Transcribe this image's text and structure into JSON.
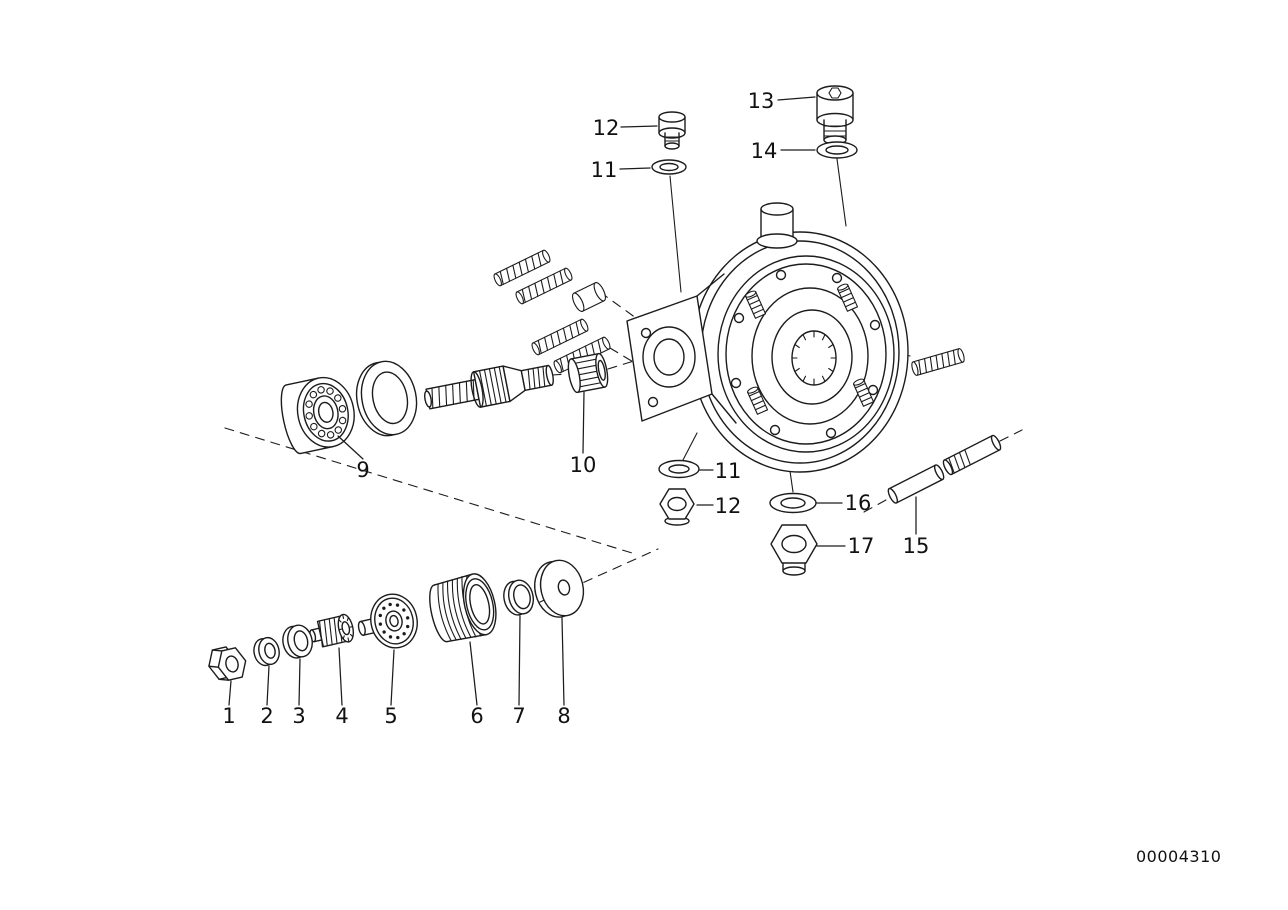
{
  "page": {
    "background": "#ffffff",
    "line_color": "#1c1c1c",
    "text_color": "#111111"
  },
  "diagram": {
    "doc_number": "00004310",
    "callouts": [
      {
        "text": "1"
      },
      {
        "text": "2"
      },
      {
        "text": "3"
      },
      {
        "text": "4"
      },
      {
        "text": "5"
      },
      {
        "text": "6"
      },
      {
        "text": "7"
      },
      {
        "text": "8"
      },
      {
        "text": "9"
      },
      {
        "text": "10"
      },
      {
        "text": "11"
      },
      {
        "text": "12"
      },
      {
        "text": "13"
      },
      {
        "text": "14"
      },
      {
        "text": "11"
      },
      {
        "text": "12"
      },
      {
        "text": "15"
      },
      {
        "text": "16"
      },
      {
        "text": "17"
      }
    ]
  }
}
